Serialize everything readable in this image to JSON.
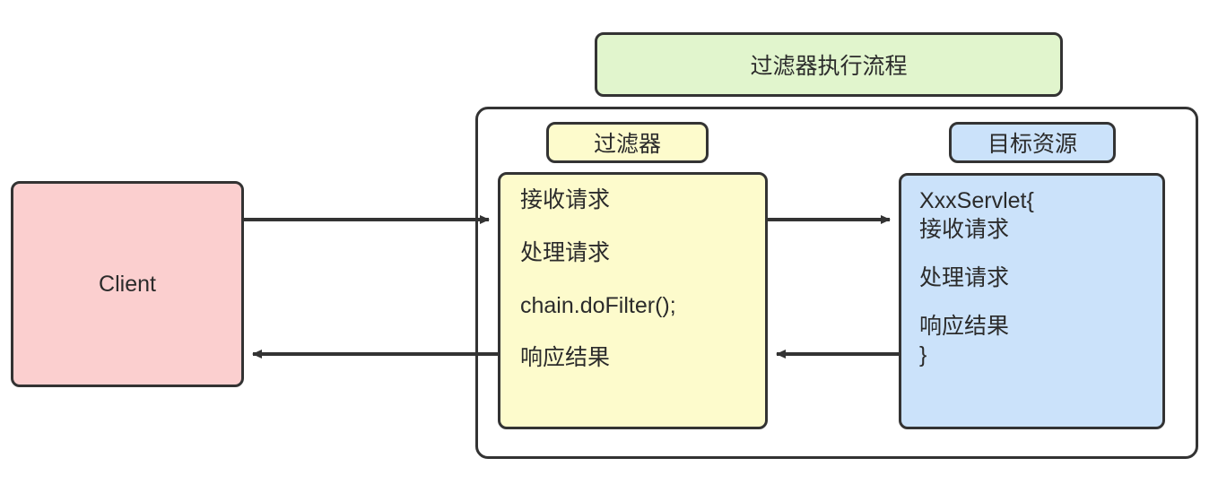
{
  "diagram": {
    "title": "过滤器执行流程",
    "background": "#ffffff",
    "colors": {
      "client_fill": "#FBCFCF",
      "filter_fill": "#FDFBCC",
      "target_fill": "#CBE2FA",
      "title_fill": "#E1F5CD",
      "stroke": "#333333",
      "text": "#2b2b2b"
    }
  },
  "client": {
    "label": "Client"
  },
  "filter_group": {
    "filter_label": "过滤器",
    "target_label": "目标资源"
  },
  "filter_box": {
    "lines": [
      "接收请求",
      "处理请求",
      "chain.doFilter();",
      "响应结果"
    ]
  },
  "target_box": {
    "lines": [
      "XxxServlet{",
      "接收请求",
      "处理请求",
      "响应结果",
      "}"
    ]
  },
  "edges": [
    {
      "name": "client-to-filter",
      "direction": "right"
    },
    {
      "name": "filter-to-target",
      "direction": "right"
    },
    {
      "name": "target-to-filter",
      "direction": "left"
    },
    {
      "name": "filter-to-client",
      "direction": "left"
    }
  ]
}
